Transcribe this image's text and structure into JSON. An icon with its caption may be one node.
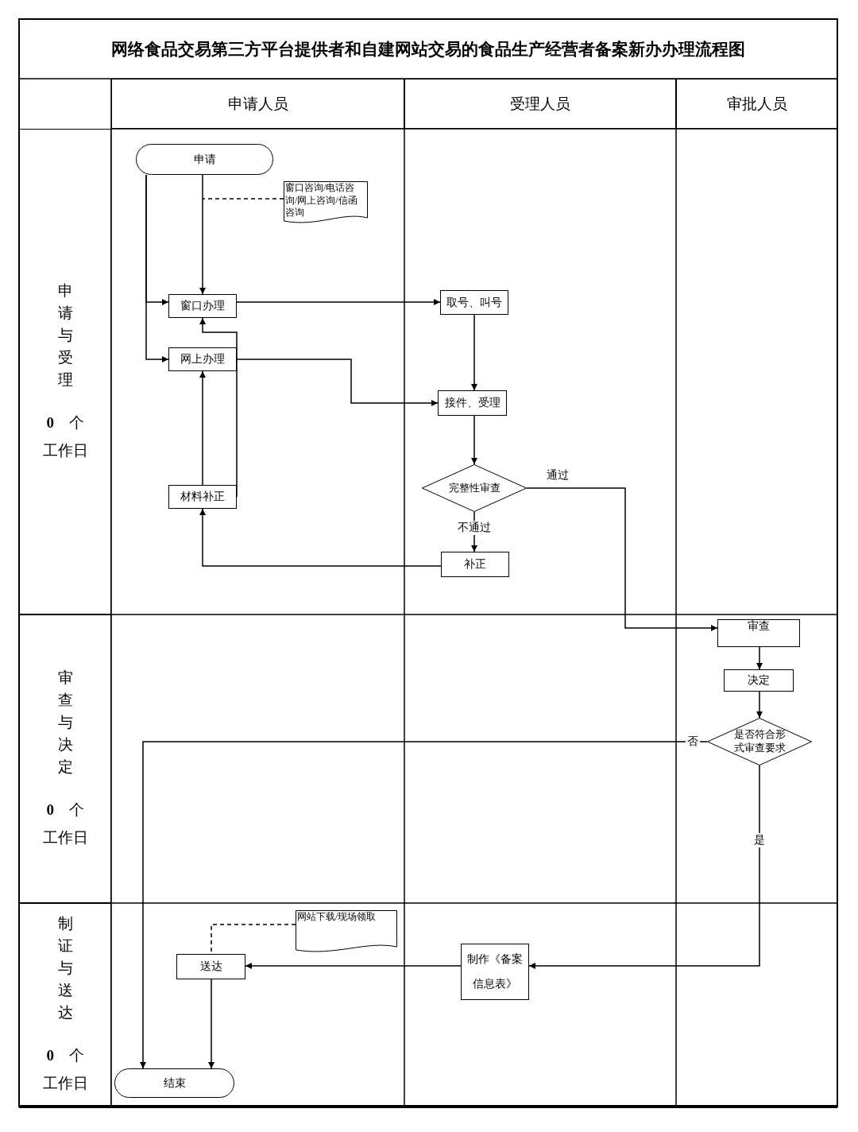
{
  "diagram": {
    "title": "网络食品交易第三方平台提供者和自建网站交易的食品生产经营者备案新办办理流程图",
    "nodes": [
      {
        "text": [
          "申请人员"
        ]
      },
      {
        "text": [
          "受理人员"
        ]
      },
      {
        "text": [
          "审批人员"
        ]
      },
      {
        "text": [
          "申请与受理",
          "**0** 个工作日"
        ]
      },
      {
        "text": [
          "审查与决定",
          "**0** 个工作日"
        ]
      },
      {
        "text": [
          "制证与送达",
          "**0** 个工作日"
        ]
      },
      {
        "text": [
          "申请"
        ]
      },
      {
        "text": [
          "窗口咨询/电话咨询/网上咨询/信函咨询"
        ]
      },
      {
        "text": [
          "窗口办理"
        ]
      },
      {
        "text": [
          "网上办理"
        ]
      },
      {
        "text": [
          "材料补正"
        ]
      },
      {
        "text": [
          "取号、叫号"
        ]
      },
      {
        "text": [
          "接件、受理"
        ]
      },
      {
        "text": [
          "完整性审查"
        ]
      },
      {
        "text": [
          "补正"
        ]
      },
      {
        "text": [
          "审查"
        ]
      },
      {
        "text": [
          "决定"
        ]
      },
      {
        "text": [
          "是否符合形式审查要求"
        ]
      },
      {
        "text": [
          "网站下载/现场领取"
        ]
      },
      {
        "text": [
          "制作《备案信息表》"
        ]
      },
      {
        "text": [
          "送达"
        ]
      },
      {
        "text": [
          "结束"
        ]
      }
    ],
    "edges": [
      {
        "from": 6,
        "to": 8,
        "arrow": "to"
      },
      {
        "from": 6,
        "to": 8,
        "arrow": "to"
      },
      {
        "from": 6,
        "to": 9,
        "arrow": "to"
      },
      {
        "from": 7,
        "to": null,
        "arrow": "none",
        "style": "dashed"
      },
      {
        "from": 8,
        "to": 11,
        "arrow": "to"
      },
      {
        "from": 9,
        "to": 12,
        "arrow": "to"
      },
      {
        "from": 11,
        "to": 12,
        "arrow": "to"
      },
      {
        "from": 12,
        "to": 13,
        "arrow": "to"
      },
      {
        "from": 13,
        "to": 14,
        "arrow": "to",
        "label": "不通过"
      },
      {
        "from": 14,
        "to": 10,
        "arrow": "to"
      },
      {
        "from": 10,
        "to": 9,
        "arrow": "to"
      },
      {
        "from": 10,
        "to": 8,
        "arrow": "to"
      },
      {
        "from": 13,
        "to": 15,
        "arrow": "to",
        "label": "通过"
      },
      {
        "from": 15,
        "to": 16,
        "arrow": "to"
      },
      {
        "from": 16,
        "to": 17,
        "arrow": "to"
      },
      {
        "from": 17,
        "to": 21,
        "arrow": "to",
        "label": "否"
      },
      {
        "from": 17,
        "to": 19,
        "arrow": "to",
        "label": "是"
      },
      {
        "from": 19,
        "to": 20,
        "arrow": "to"
      },
      {
        "from": 18,
        "to": 20,
        "arrow": "none",
        "style": "dashed"
      },
      {
        "from": 20,
        "to": 21,
        "arrow": "to"
      }
    ]
  }
}
